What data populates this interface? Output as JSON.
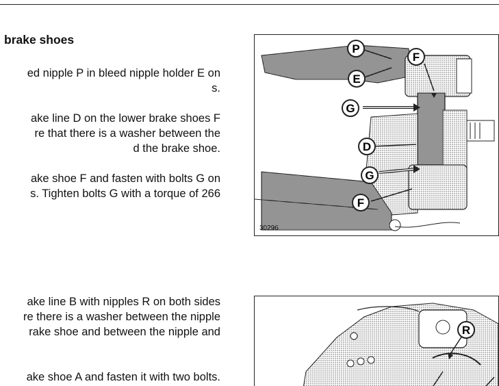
{
  "section": {
    "heading": "brake shoes"
  },
  "paragraphs": [
    {
      "lines": [
        "ed nipple P in bleed nipple holder E on",
        "s."
      ]
    },
    {
      "lines": [
        "ake line D on the lower brake shoes F",
        "re that there is a washer between the",
        "d the brake shoe."
      ]
    },
    {
      "lines": [
        "ake shoe F and fasten with bolts G on",
        "s. Tighten bolts G with a torque of 266"
      ]
    },
    {
      "lines": [
        "ake line B with nipples R on both sides",
        "re there is a washer between the nipple",
        "rake shoe and between the nipple and"
      ]
    },
    {
      "lines": [
        "ake shoe A and fasten it with two bolts."
      ]
    }
  ],
  "figures": [
    {
      "number": "30296",
      "callouts": {
        "p": "P",
        "e": "E",
        "f_top": "F",
        "g_top": "G",
        "d": "D",
        "g_bottom": "G",
        "f_bottom": "F"
      }
    },
    {
      "callouts": {
        "r": "R"
      }
    }
  ]
}
